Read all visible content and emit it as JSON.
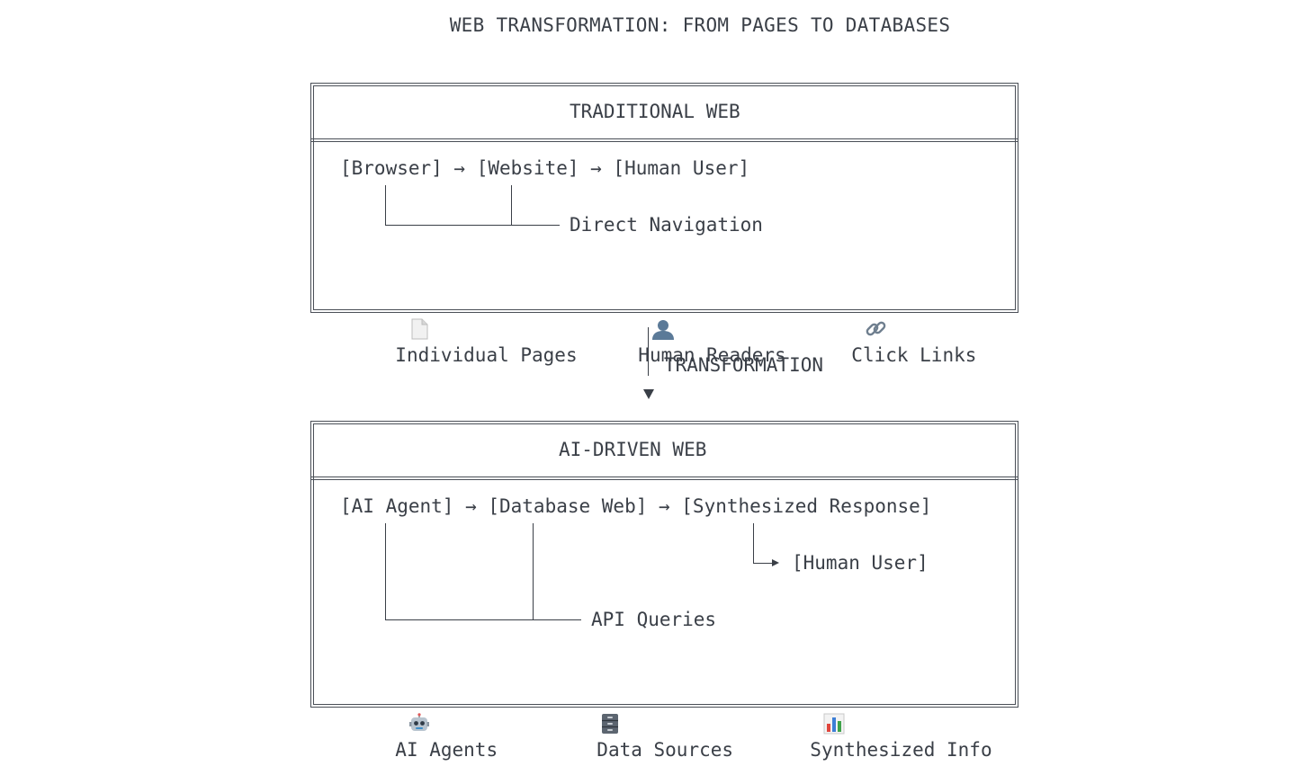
{
  "title": "WEB TRANSFORMATION: FROM PAGES TO DATABASES",
  "traditional": {
    "heading": "TRADITIONAL WEB",
    "flow": "[Browser] → [Website] → [Human User]",
    "branch_label": "Direct Navigation",
    "features": [
      {
        "icon": "page-icon",
        "label": "Individual Pages"
      },
      {
        "icon": "person-icon",
        "label": "Human Readers"
      },
      {
        "icon": "link-icon",
        "label": "Click Links"
      }
    ]
  },
  "transition": {
    "label": "TRANSFORMATION"
  },
  "ai": {
    "heading": "AI-DRIVEN WEB",
    "flow": "[AI Agent] → [Database Web] → [Synthesized Response]",
    "sub_flow": "[Human User]",
    "branch_label": "API Queries",
    "features": [
      {
        "icon": "robot-icon",
        "label": "AI Agents"
      },
      {
        "icon": "file-cabinet-icon",
        "label": "Data Sources"
      },
      {
        "icon": "bar-chart-icon",
        "label": "Synthesized Info"
      }
    ]
  },
  "colors": {
    "text": "#3a3f47",
    "background": "#ffffff"
  }
}
